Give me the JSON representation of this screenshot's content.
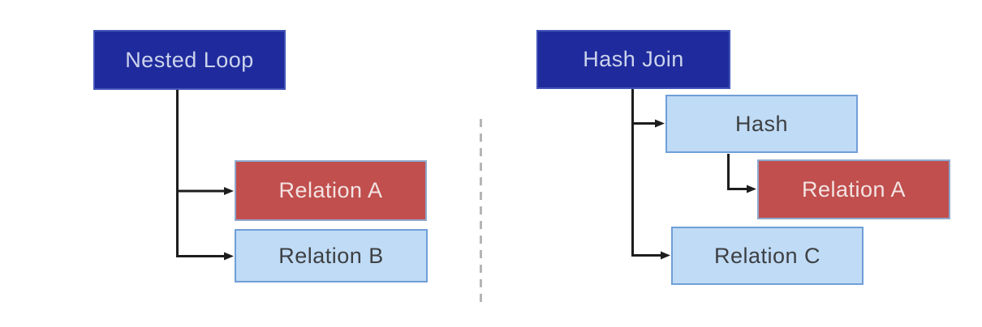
{
  "colors": {
    "node_dark_blue": "#1f2b9c",
    "node_dark_blue_border": "#4254b8",
    "node_red": "#c04f4d",
    "node_red_border": "#8fa8cc",
    "node_light_blue": "#c0dbf6",
    "node_light_blue_border": "#6f9fd8",
    "connector": "#1d1d1d",
    "divider": "#b5b5b5",
    "text_on_dark": "#ccd3ec",
    "text_on_red": "#f3e3e3",
    "text_on_light": "#3d4043"
  },
  "diagrams": {
    "left": {
      "root": "Nested Loop",
      "nodes": [
        "Relation A",
        "Relation B"
      ]
    },
    "right": {
      "root": "Hash Join",
      "nodes": [
        "Hash",
        "Relation A",
        "Relation C"
      ]
    }
  }
}
